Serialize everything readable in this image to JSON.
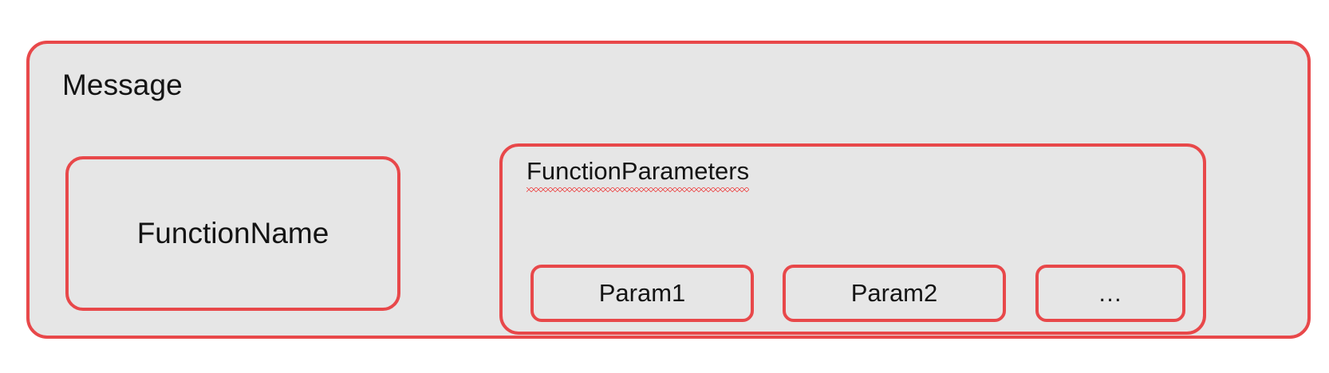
{
  "diagram": {
    "title": "Message",
    "colors": {
      "border": "#e8484a",
      "fill": "#e6e6e6",
      "text": "#141414",
      "spellcheck_underline": "#ee3333",
      "page_background": "#ffffff"
    },
    "children": [
      {
        "id": "function-name",
        "label": "FunctionName"
      },
      {
        "id": "function-parameters",
        "label": "FunctionParameters",
        "spellchecked": true,
        "params": [
          {
            "id": "param-1",
            "label": "Param1"
          },
          {
            "id": "param-2",
            "label": "Param2"
          },
          {
            "id": "param-more",
            "label": "…"
          }
        ]
      }
    ]
  }
}
